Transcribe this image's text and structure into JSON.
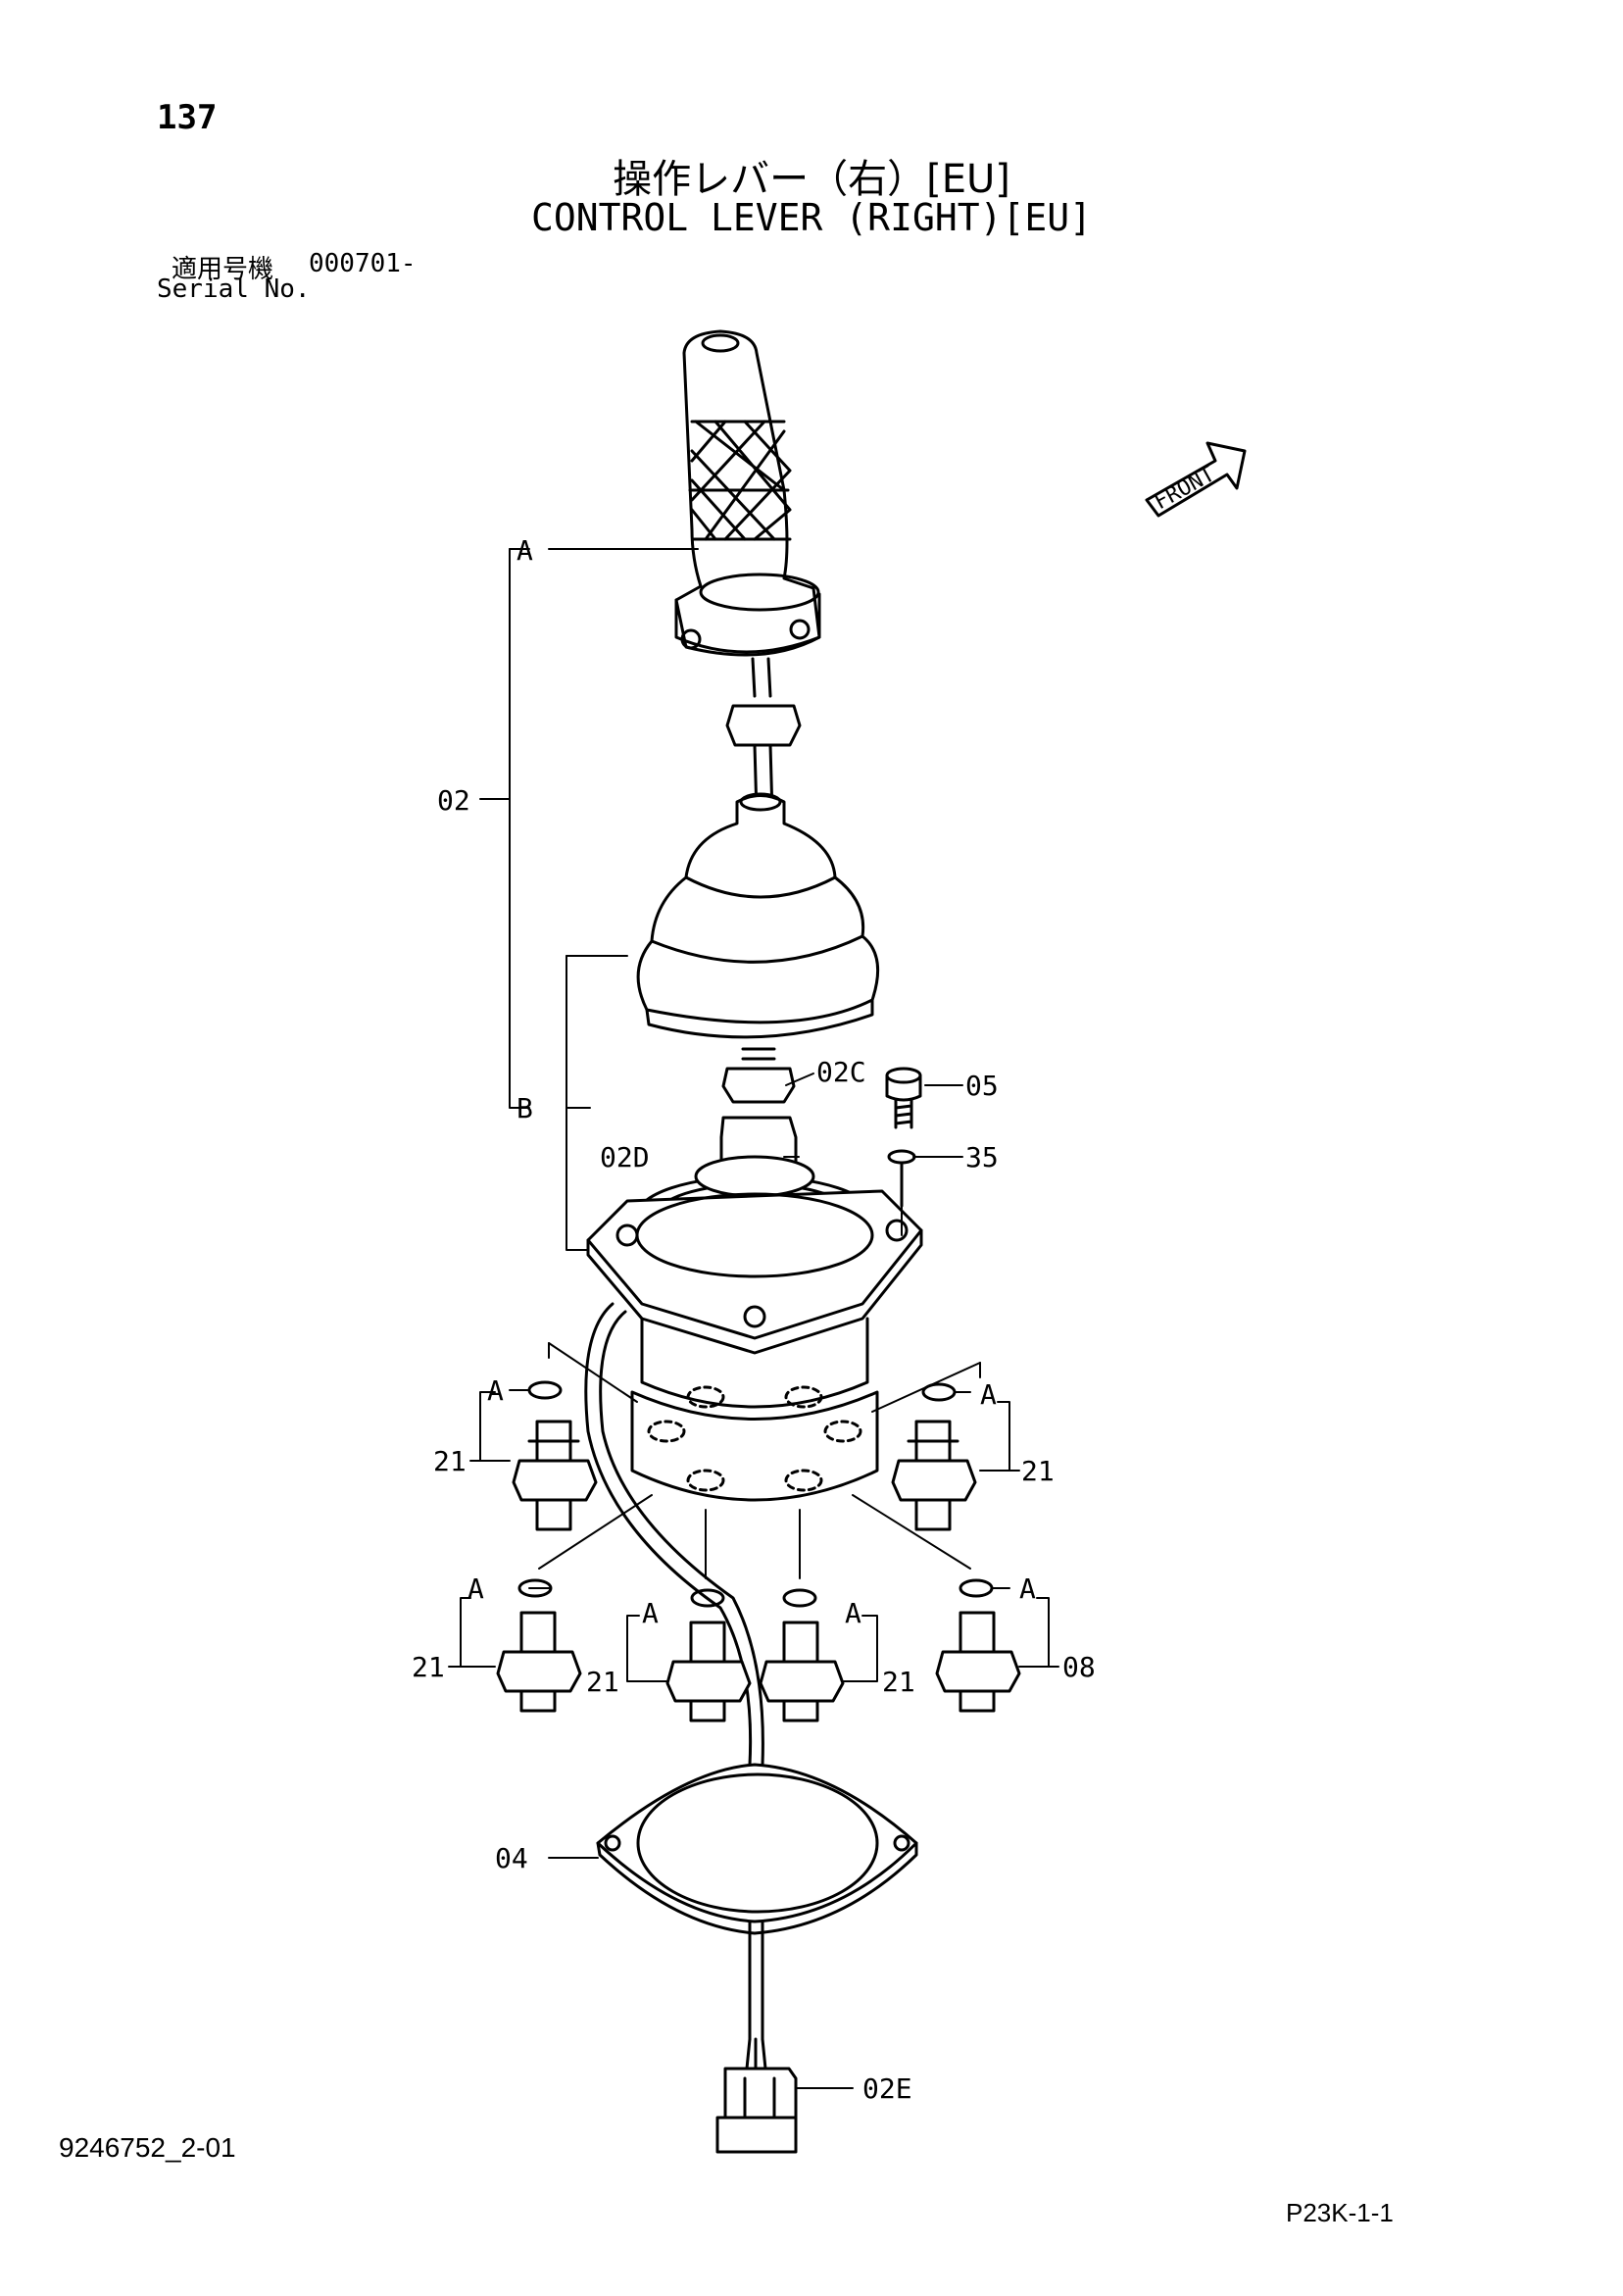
{
  "header": {
    "page_number": "137",
    "title_ja": "操作レバー（右）[EU]",
    "title_en": "CONTROL LEVER (RIGHT)[EU]",
    "serial_label_ja": "適用号機",
    "serial_value": "000701-",
    "serial_label_en": "Serial No."
  },
  "diagram": {
    "front_label": "FRONT",
    "callouts": {
      "group_a": "A",
      "group_b": "B",
      "p02": "02",
      "p02c": "02C",
      "p02d": "02D",
      "p02e": "02E",
      "p04": "04",
      "p05": "05",
      "p08": "08",
      "p21": "21",
      "p35": "35"
    }
  },
  "footer": {
    "drawing_number": "9246752_2-01",
    "page_code": "P23K-1-1"
  }
}
